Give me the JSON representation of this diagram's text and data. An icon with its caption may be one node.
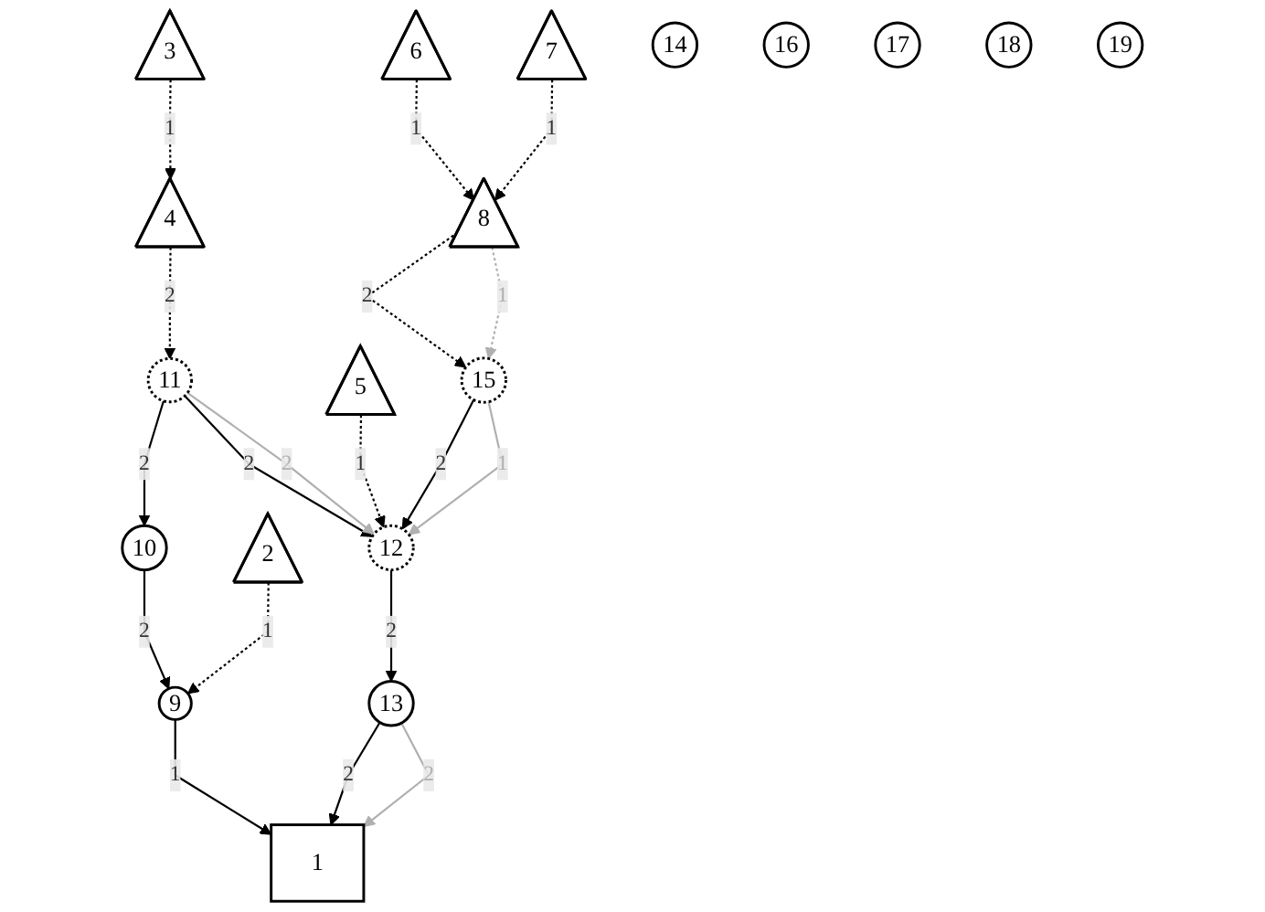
{
  "diagram": {
    "nodes": [
      {
        "text": [
          "1"
        ]
      },
      {
        "text": [
          "2"
        ]
      },
      {
        "text": [
          "3"
        ]
      },
      {
        "text": [
          "4"
        ]
      },
      {
        "text": [
          "5"
        ]
      },
      {
        "text": [
          "6"
        ]
      },
      {
        "text": [
          "7"
        ]
      },
      {
        "text": [
          "8"
        ]
      },
      {
        "text": [
          "9"
        ]
      },
      {
        "text": [
          "10"
        ]
      },
      {
        "text": [
          "11"
        ]
      },
      {
        "text": [
          "12"
        ]
      },
      {
        "text": [
          "13"
        ]
      },
      {
        "text": [
          "14"
        ]
      },
      {
        "text": [
          "15"
        ]
      },
      {
        "text": [
          "16"
        ]
      },
      {
        "text": [
          "17"
        ]
      },
      {
        "text": [
          "18"
        ]
      },
      {
        "text": [
          "19"
        ]
      }
    ],
    "edges": [
      {
        "from": 9,
        "to": 8,
        "arrow": "to",
        "label": "2"
      },
      {
        "from": 10,
        "to": 9,
        "arrow": "to",
        "label": "2"
      },
      {
        "from": 2,
        "to": 3,
        "arrow": "to",
        "label": "1",
        "style": "dashed"
      },
      {
        "from": 3,
        "to": 10,
        "arrow": "to",
        "label": "2",
        "style": "dashed"
      },
      {
        "from": 10,
        "to": 11,
        "arrow": "to",
        "label": "2"
      },
      {
        "from": 10,
        "to": 11,
        "arrow": "to",
        "label": "2",
        "color": "#b0b0b0"
      },
      {
        "from": 4,
        "to": 11,
        "arrow": "to",
        "label": "1",
        "style": "dashed"
      },
      {
        "from": 14,
        "to": 11,
        "arrow": "to",
        "label": "2"
      },
      {
        "from": 14,
        "to": 11,
        "arrow": "to",
        "label": "1",
        "color": "#b0b0b0"
      },
      {
        "from": 7,
        "to": 14,
        "arrow": "to",
        "label": "2",
        "style": "dashed"
      },
      {
        "from": 7,
        "to": 14,
        "arrow": "to",
        "label": "1",
        "style": "dashed",
        "color": "#b0b0b0"
      },
      {
        "from": 5,
        "to": 7,
        "arrow": "to",
        "label": "1",
        "style": "dashed"
      },
      {
        "from": 6,
        "to": 7,
        "arrow": "to",
        "label": "1",
        "style": "dashed"
      },
      {
        "from": 1,
        "to": 8,
        "arrow": "to",
        "label": "1",
        "style": "dashed"
      },
      {
        "from": 8,
        "to": 0,
        "arrow": "to",
        "label": "1"
      },
      {
        "from": 11,
        "to": 12,
        "arrow": "to",
        "label": "2"
      },
      {
        "from": 12,
        "to": 0,
        "arrow": "to",
        "label": "2"
      },
      {
        "from": 12,
        "to": 0,
        "arrow": "to",
        "label": "2",
        "color": "#b0b0b0"
      }
    ]
  }
}
